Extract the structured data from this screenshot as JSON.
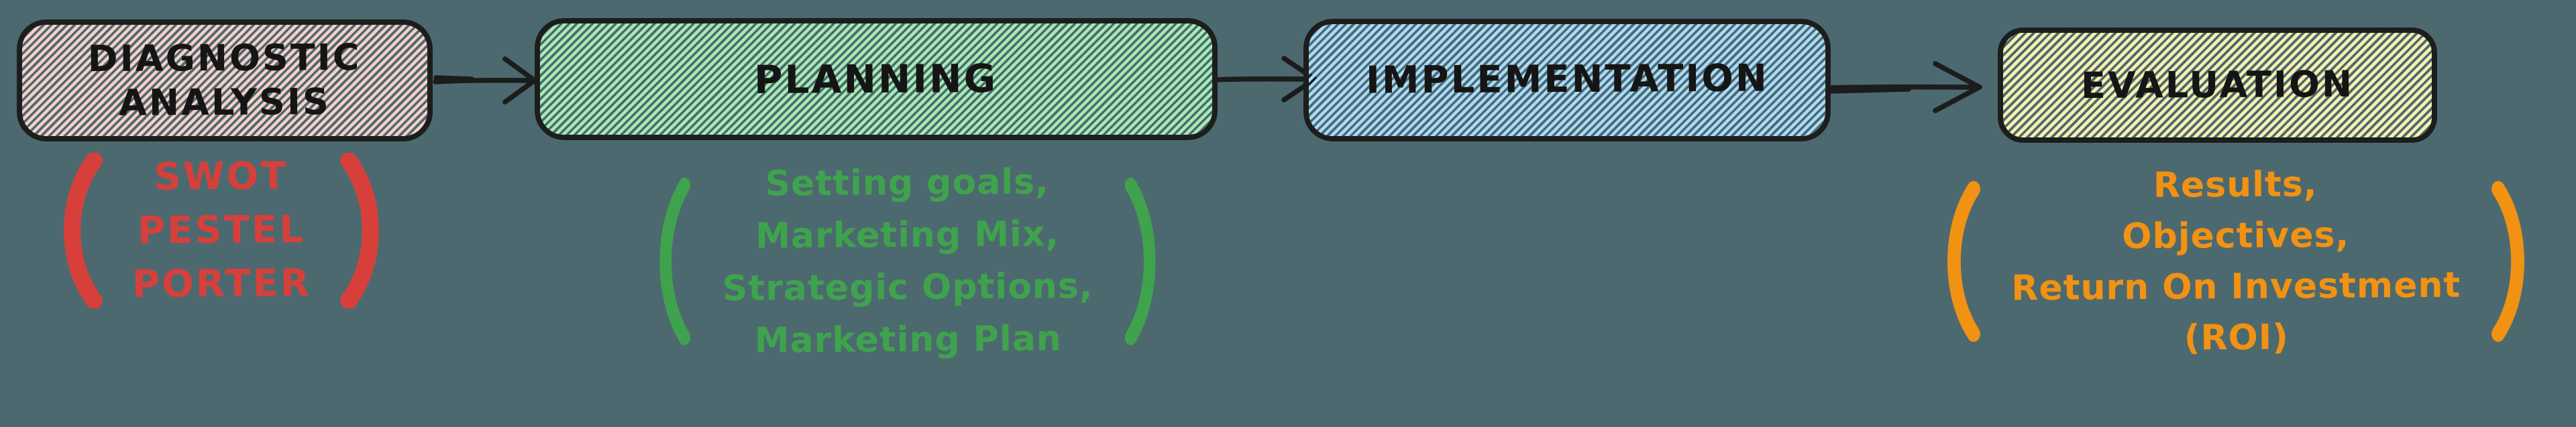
{
  "diagram": {
    "type": "flowchart",
    "direction": "left-to-right",
    "colors": {
      "background": "#4c6970",
      "ink": "#1c1c1c",
      "diagnostic_fill": "#f8cfc7",
      "planning_fill": "#a6ecb2",
      "implementation_fill": "#a9dbf9",
      "evaluation_fill": "#f8f0ae",
      "diagnostic_accent": "#d7403a",
      "planning_accent": "#3fa34d",
      "evaluation_accent": "#f29213"
    },
    "icons": {
      "arrow": "→",
      "open_paren": "(",
      "close_paren": ")"
    },
    "stages": [
      {
        "id": "diagnostic-analysis",
        "label_lines": [
          "DIAGNOSTIC",
          "ANALYSIS"
        ],
        "annotation_lines": [
          "SWOT",
          "PESTEL",
          "PORTER"
        ]
      },
      {
        "id": "planning",
        "label_lines": [
          "PLANNING"
        ],
        "annotation_lines": [
          "Setting goals,",
          "Marketing Mix,",
          "Strategic Options,",
          "Marketing Plan"
        ]
      },
      {
        "id": "implementation",
        "label_lines": [
          "IMPLEMENTATION"
        ],
        "annotation_lines": []
      },
      {
        "id": "evaluation",
        "label_lines": [
          "EVALUATION"
        ],
        "annotation_lines": [
          "Results,",
          "Objectives,",
          "Return On Investment",
          "(ROI)"
        ]
      }
    ]
  }
}
